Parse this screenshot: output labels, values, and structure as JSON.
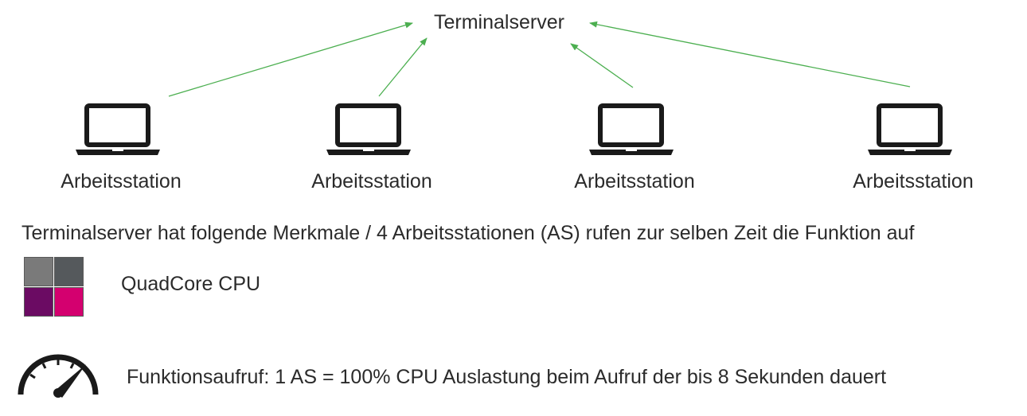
{
  "server": {
    "label": "Terminalserver"
  },
  "stations": [
    {
      "label": "Arbeitsstation",
      "icon": "laptop-icon"
    },
    {
      "label": "Arbeitsstation",
      "icon": "laptop-icon"
    },
    {
      "label": "Arbeitsstation",
      "icon": "laptop-icon"
    },
    {
      "label": "Arbeitsstation",
      "icon": "laptop-icon"
    }
  ],
  "description": "Terminalserver hat folgende Merkmale / 4 Arbeitsstationen (AS) rufen zur selben Zeit die Funktion auf",
  "features": {
    "cpu": {
      "label": "QuadCore CPU",
      "icon": "quadcore-cpu-icon",
      "colors": [
        "#7a7a7a",
        "#55595c",
        "#6b0b63",
        "#d4006f"
      ]
    },
    "call": {
      "label": "Funktionsaufruf: 1 AS = 100% CPU Auslastung beim Aufruf der bis 8 Sekunden dauert",
      "icon": "speedometer-icon"
    }
  },
  "colors": {
    "arrow": "#4caf50",
    "text": "#2b2b2b",
    "icon": "#1a1a1a"
  }
}
